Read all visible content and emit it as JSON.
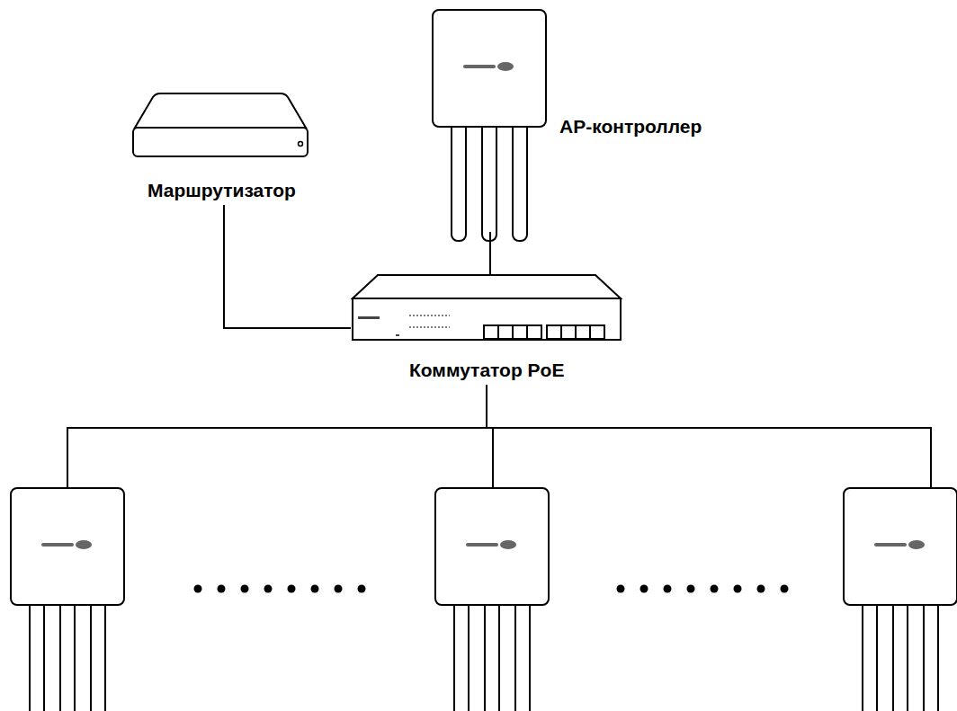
{
  "diagram": {
    "nodes": [
      {
        "text": [
          "Маршрутизатор"
        ]
      },
      {
        "text": [
          "AP-контроллер"
        ]
      },
      {
        "text": [
          "Коммутатор PoE"
        ]
      }
    ],
    "edges": [
      {
        "from": 0,
        "to": 2,
        "arrow": "none"
      },
      {
        "from": 1,
        "to": 2,
        "arrow": "none"
      }
    ]
  }
}
